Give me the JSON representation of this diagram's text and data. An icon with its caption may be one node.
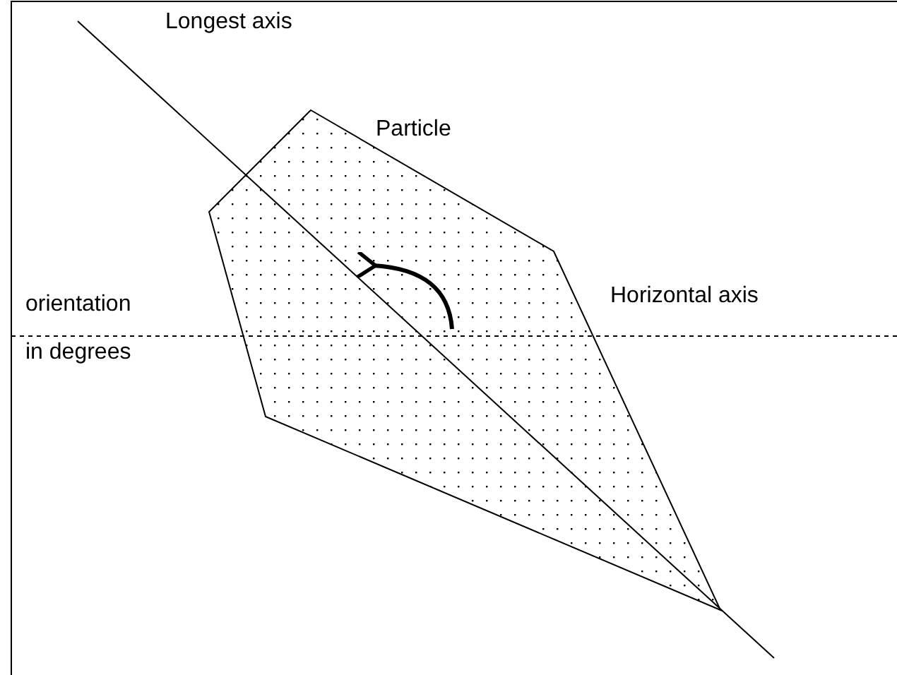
{
  "diagram": {
    "labels": [
      "Longest axis",
      "Particle",
      "Horizontal axis",
      "orientation",
      "in degrees"
    ]
  }
}
